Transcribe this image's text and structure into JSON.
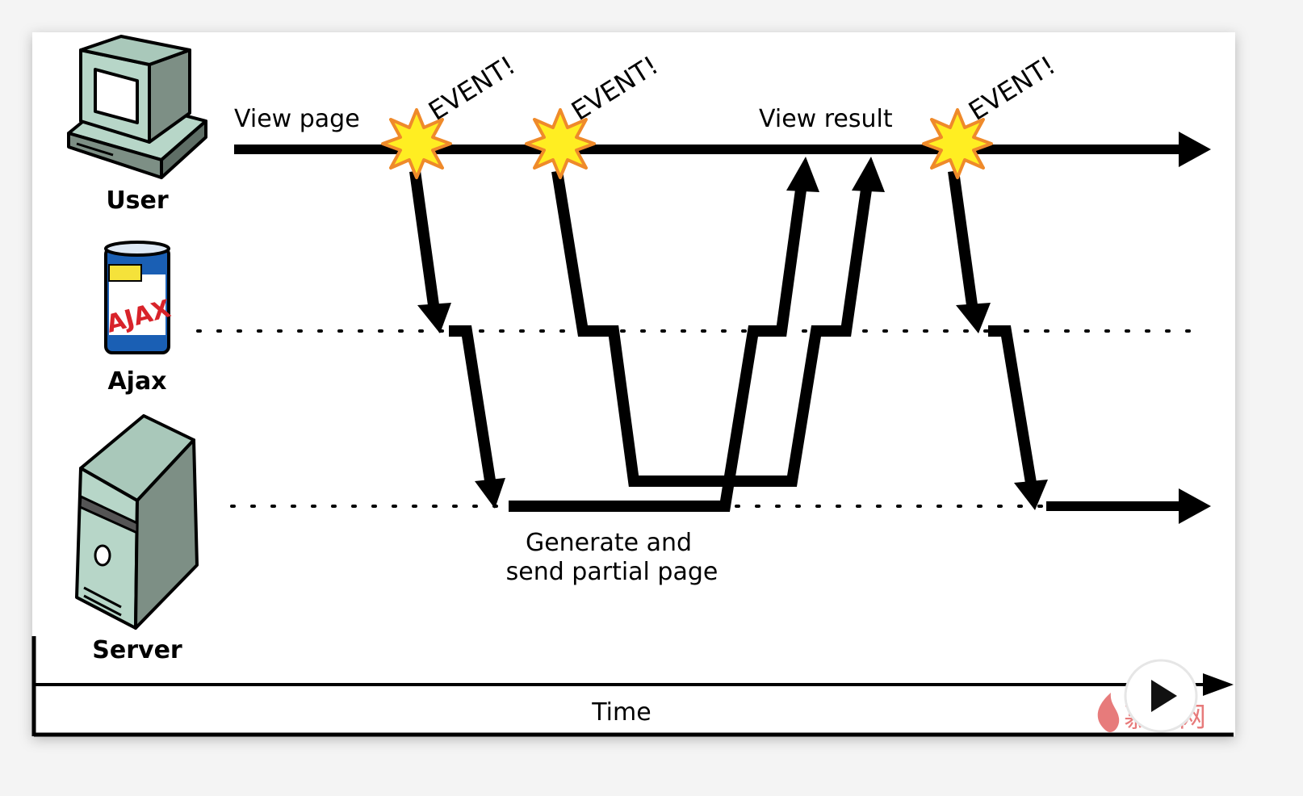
{
  "actors": {
    "user": "User",
    "ajax": "Ajax",
    "server": "Server"
  },
  "can_label": "AJAX",
  "labels": {
    "view_page": "View page",
    "view_result": "View result",
    "generate_line1": "Generate and",
    "generate_line2": "send partial page",
    "time": "Time"
  },
  "events": [
    "EVENT!",
    "EVENT!",
    "EVENT!"
  ],
  "watermark": "慕课网",
  "colors": {
    "ink": "#000000",
    "burst_fill": "#ffee22",
    "burst_stroke": "#ef8a2a",
    "machine_fill": "#b7d6c8",
    "machine_dark": "#7d8f85",
    "can_blue": "#1a5fb4",
    "can_red": "#d8232a",
    "can_yellow": "#f5e23a",
    "watermark": "#e05050"
  },
  "icons": [
    "user-computer-icon",
    "ajax-can-icon",
    "server-tower-icon",
    "play-icon"
  ]
}
